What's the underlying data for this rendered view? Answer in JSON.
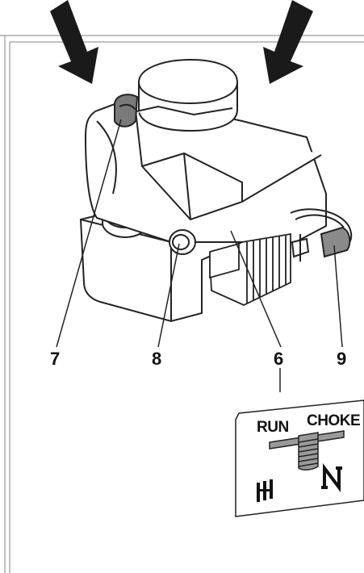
{
  "callouts": {
    "c7": "7",
    "c8": "8",
    "c6": "6",
    "c9": "9"
  },
  "choke_panel": {
    "run_label": "RUN",
    "choke_label": "CHOKE"
  },
  "icons": {
    "down_arrows": "arrow-down-icon",
    "run_symbol": "run-symbol-icon",
    "choke_symbol": "choke-symbol-icon"
  },
  "colors": {
    "line": "#222222",
    "frame": "#9a9a9a",
    "arrow": "#1a1a1a"
  }
}
